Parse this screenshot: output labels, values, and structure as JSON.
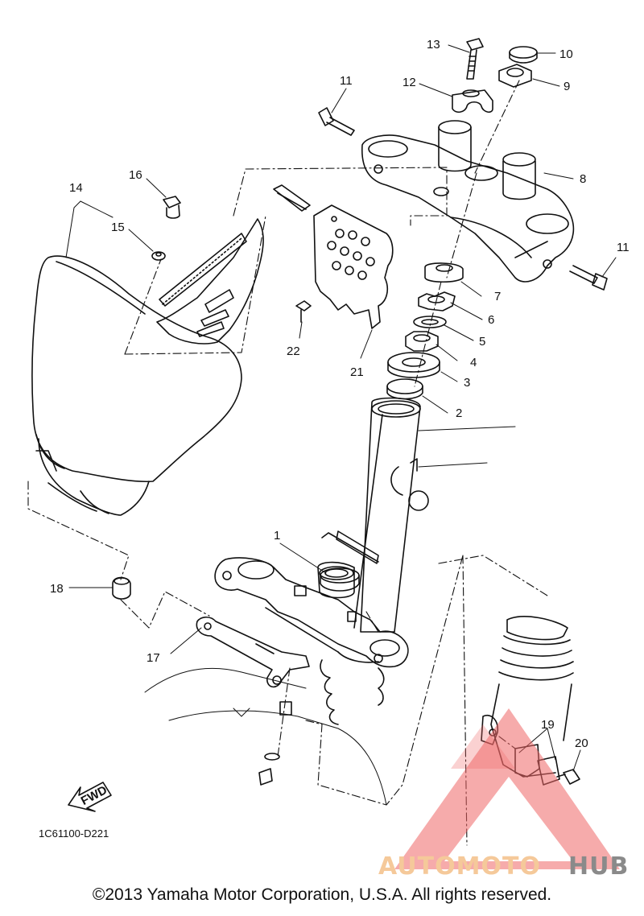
{
  "callouts": [
    {
      "id": "c1",
      "text": "1"
    },
    {
      "id": "c2",
      "text": "2"
    },
    {
      "id": "c3",
      "text": "3"
    },
    {
      "id": "c4",
      "text": "4"
    },
    {
      "id": "c5",
      "text": "5"
    },
    {
      "id": "c6",
      "text": "6"
    },
    {
      "id": "c7",
      "text": "7"
    },
    {
      "id": "c8",
      "text": "8"
    },
    {
      "id": "c9",
      "text": "9"
    },
    {
      "id": "c10",
      "text": "10"
    },
    {
      "id": "c11a",
      "text": "11"
    },
    {
      "id": "c11b",
      "text": "11"
    },
    {
      "id": "c12",
      "text": "12"
    },
    {
      "id": "c13",
      "text": "13"
    },
    {
      "id": "c14",
      "text": "14"
    },
    {
      "id": "c15",
      "text": "15"
    },
    {
      "id": "c16",
      "text": "16"
    },
    {
      "id": "c17",
      "text": "17"
    },
    {
      "id": "c18",
      "text": "18"
    },
    {
      "id": "c19",
      "text": "19"
    },
    {
      "id": "c20",
      "text": "20"
    },
    {
      "id": "c21",
      "text": "21"
    },
    {
      "id": "c22",
      "text": "22"
    }
  ],
  "diagram_code": "1C61100-D221",
  "fwd_label": "FWD",
  "watermark": {
    "part1": "AUTOMOTO",
    "part2": "HUB",
    "color1": "#f5c99a",
    "color2": "#8a8a8a",
    "triangle_color": "#ee6666"
  },
  "copyright": "©2013 Yamaha Motor Corporation, U.S.A. All rights reserved."
}
